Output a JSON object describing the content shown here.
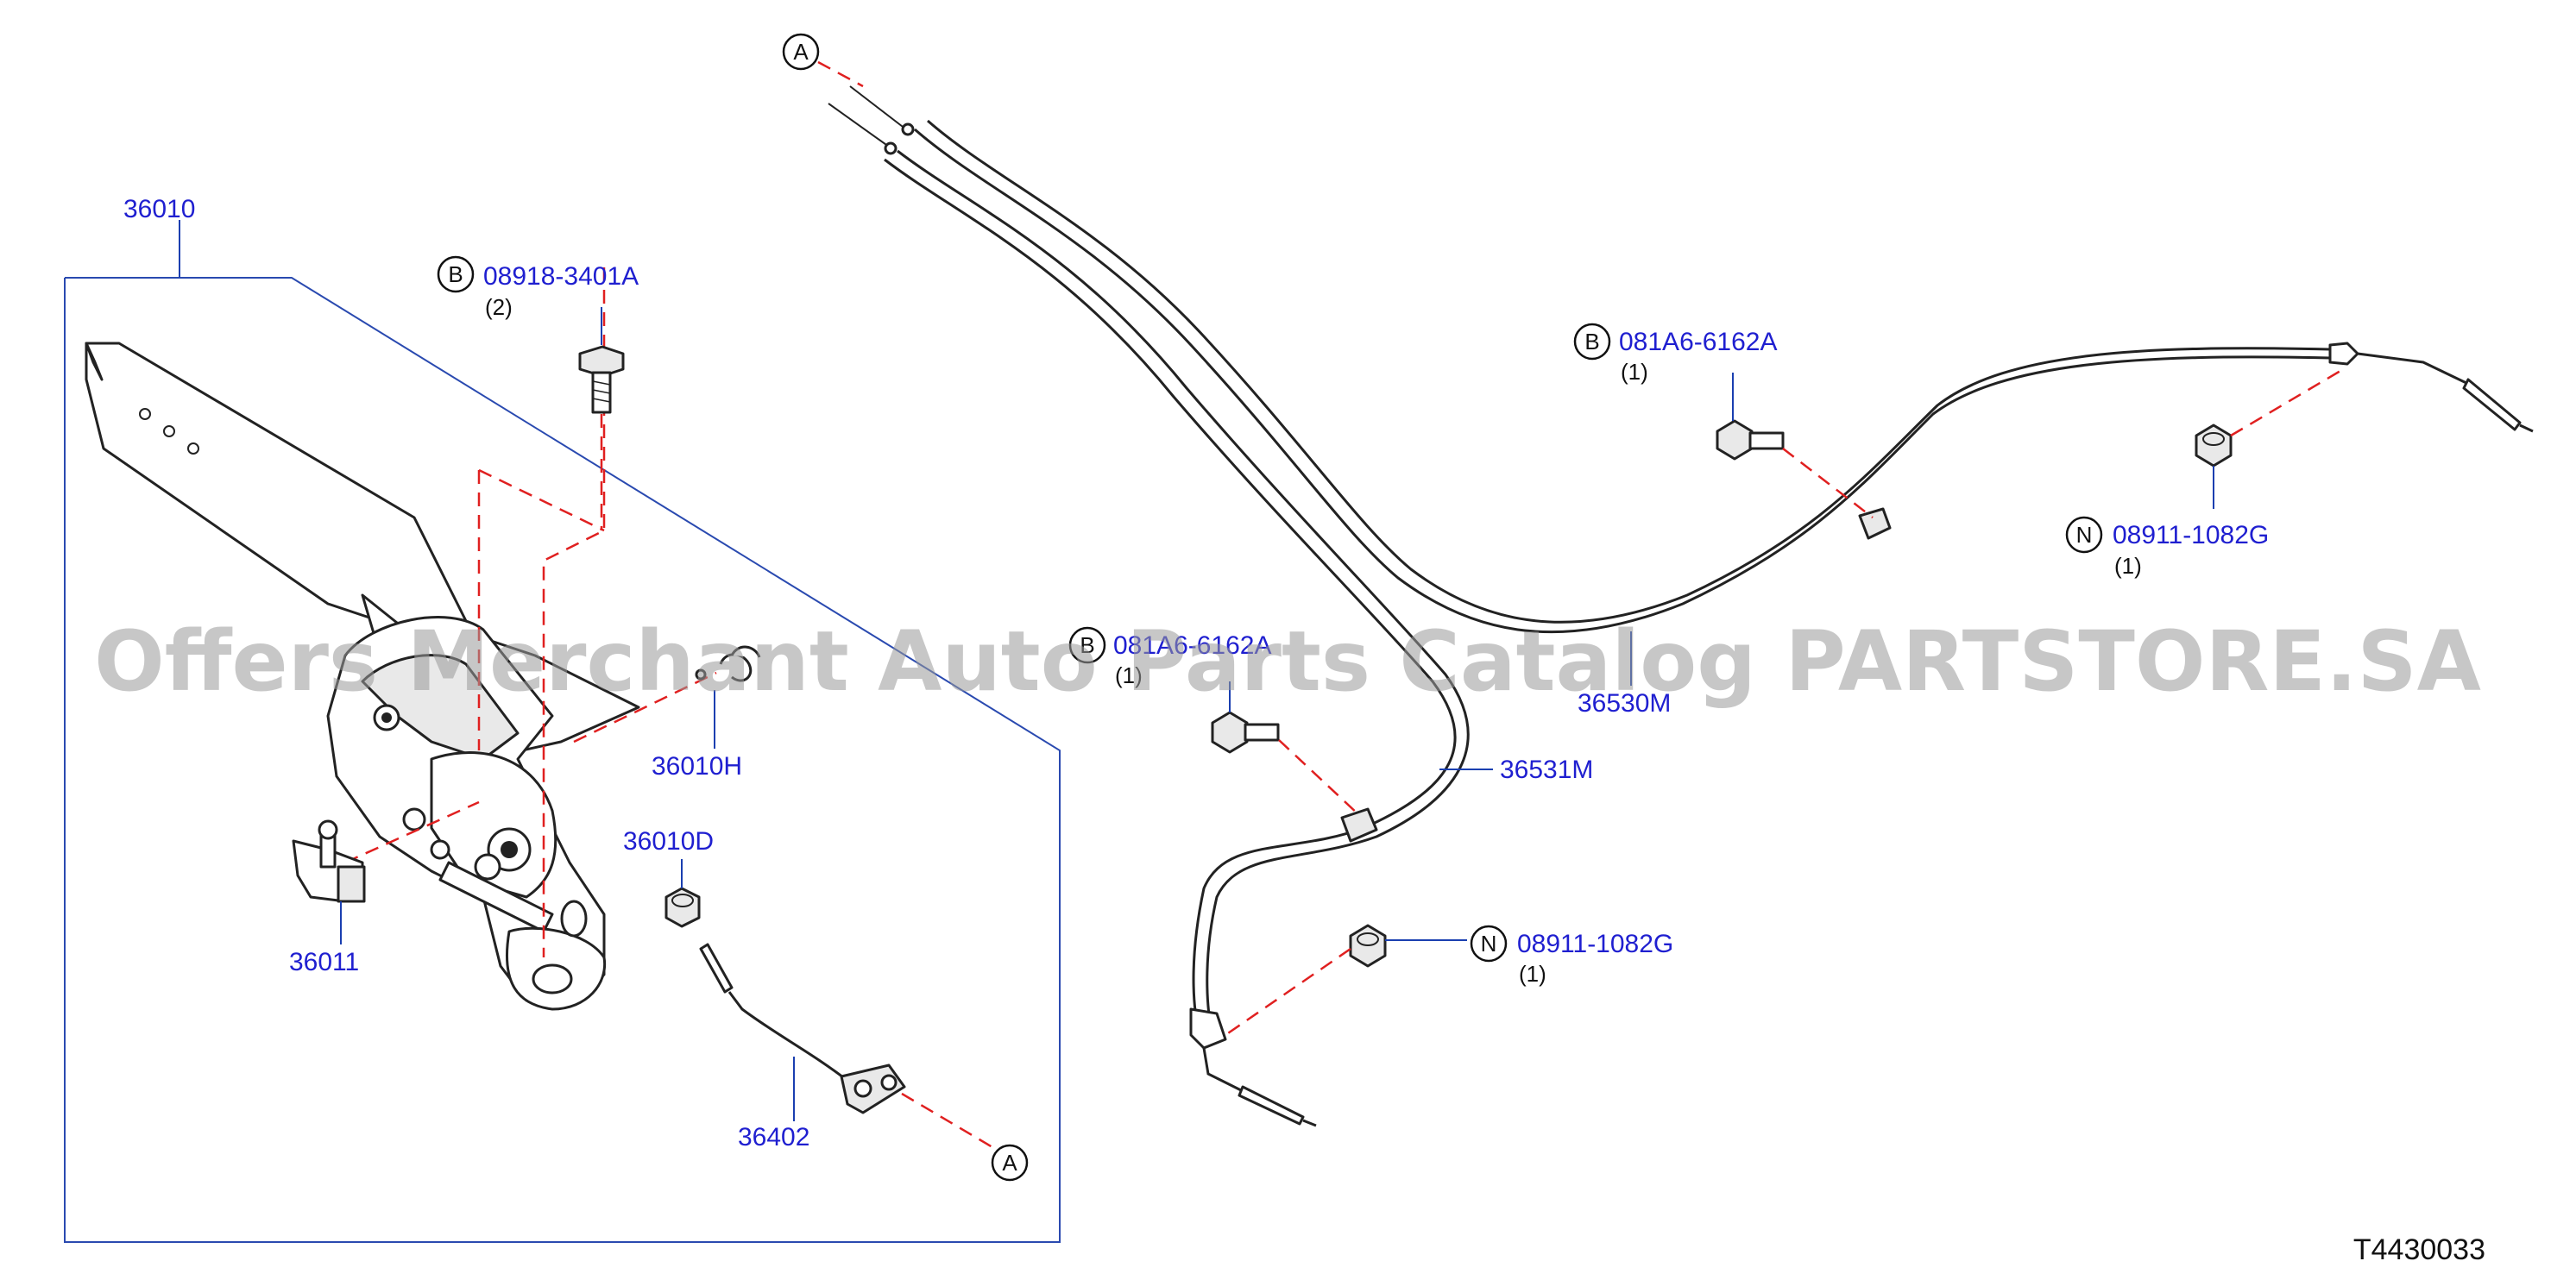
{
  "diagram_id": "T4430033",
  "watermark": "Offers Merchant Auto Parts Catalog PARTSTORE.SA",
  "labels": {
    "p36010": "36010",
    "p08918_3401A": "08918-3401A",
    "p08918_qty": "(2)",
    "p36010H": "36010H",
    "p36010D": "36010D",
    "p36011": "36011",
    "p36402": "36402",
    "p081A6_6162A": "081A6-6162A",
    "p081A6_qty": "(1)",
    "p08911_1082G_a": "08911-1082G",
    "p08911_qty_a": "(1)",
    "p36530M": "36530M",
    "p36531M": "36531M",
    "p08911_1082G_b": "08911-1082G",
    "p08911_qty_b": "(1)",
    "p081A6_b": "081A6-6162A",
    "p081A6_b_qty": "(1)"
  },
  "callouts": {
    "A": "A",
    "B": "B",
    "N": "N"
  }
}
